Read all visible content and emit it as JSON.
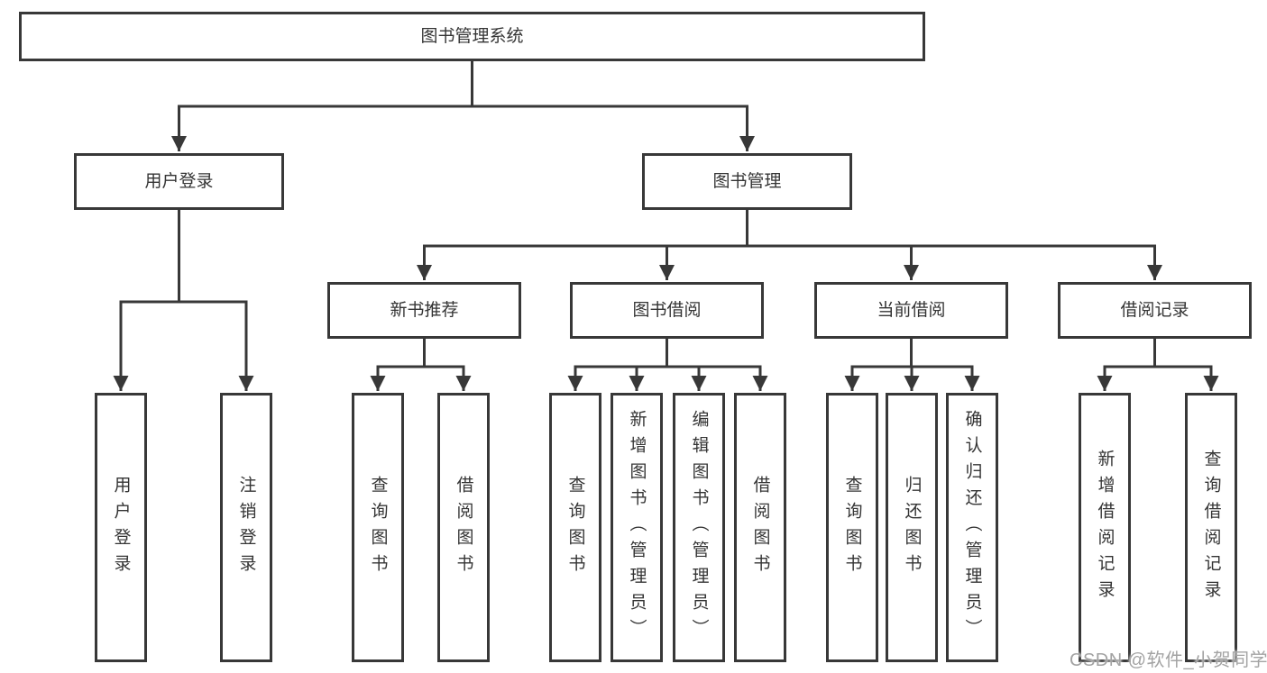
{
  "diagram": {
    "root": "图书管理系统",
    "branches": [
      {
        "label": "用户登录",
        "children": [
          "用户登录",
          "注销登录"
        ]
      },
      {
        "label": "图书管理",
        "sections": [
          {
            "label": "新书推荐",
            "children": [
              "查询图书",
              "借阅图书"
            ]
          },
          {
            "label": "图书借阅",
            "children": [
              "查询图书",
              "新增图书（管理员）",
              "编辑图书（管理员）",
              "借阅图书"
            ]
          },
          {
            "label": "当前借阅",
            "children": [
              "查询图书",
              "归还图书",
              "确认归还（管理员）"
            ]
          },
          {
            "label": "借阅记录",
            "children": [
              "新增借阅记录",
              "查询借阅记录"
            ]
          }
        ]
      }
    ],
    "line_color": "#383838",
    "watermark": "CSDN @软件_小贺同学"
  }
}
